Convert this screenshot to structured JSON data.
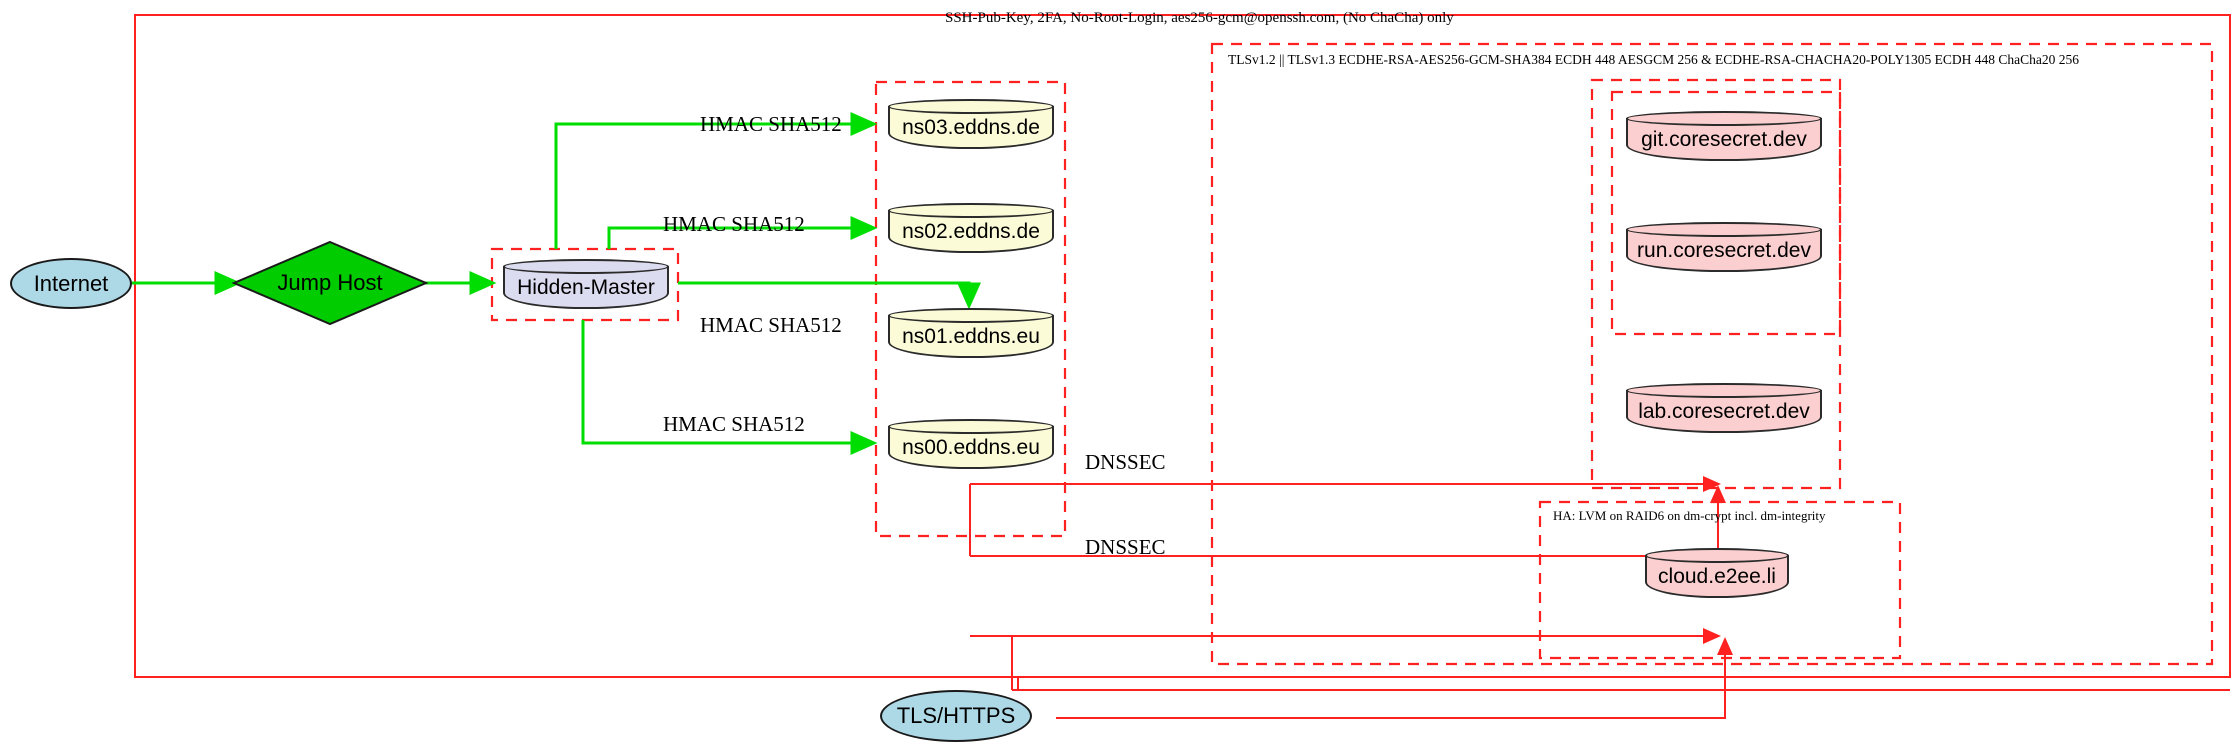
{
  "diagram": {
    "title_label": "SSH-Pub-Key, 2FA, No-Root-Login, aes256-gcm@openssh.com, (No ChaCha) only",
    "tls_label": "TLSv1.2 || TLSv1.3 ECDHE-RSA-AES256-GCM-SHA384 ECDH 448 AESGCM 256 & ECDHE-RSA-CHACHA20-POLY1305 ECDH 448 ChaCha20 256",
    "ha_label": "HA: LVM on RAID6 on dm-crypt incl. dm-integrity"
  },
  "nodes": {
    "internet": "Internet",
    "jump_host": "Jump Host",
    "hidden_master": "Hidden-Master",
    "tls_https": "TLS/HTTPS",
    "ns03": "ns03.eddns.de",
    "ns02": "ns02.eddns.de",
    "ns01": "ns01.eddns.eu",
    "ns00": "ns00.eddns.eu",
    "git": "git.coresecret.dev",
    "run": "run.coresecret.dev",
    "lab": "lab.coresecret.dev",
    "cloud": "cloud.e2ee.li"
  },
  "edge_labels": {
    "hmac_ns03": "HMAC SHA512",
    "hmac_ns02": "HMAC SHA512",
    "hmac_ns01": "HMAC SHA512",
    "hmac_ns00": "HMAC SHA512",
    "dnssec_upper": "DNSSEC",
    "dnssec_lower": "DNSSEC"
  },
  "colors": {
    "boundary_red": "#ff2020",
    "flow_green": "#00dd00",
    "node_blue": "#add8e6",
    "node_green": "#00cc00",
    "cyl_yellow": "#fbfbd8",
    "cyl_lavender": "#dcdcf0",
    "cyl_pink": "#fbcfcf"
  }
}
